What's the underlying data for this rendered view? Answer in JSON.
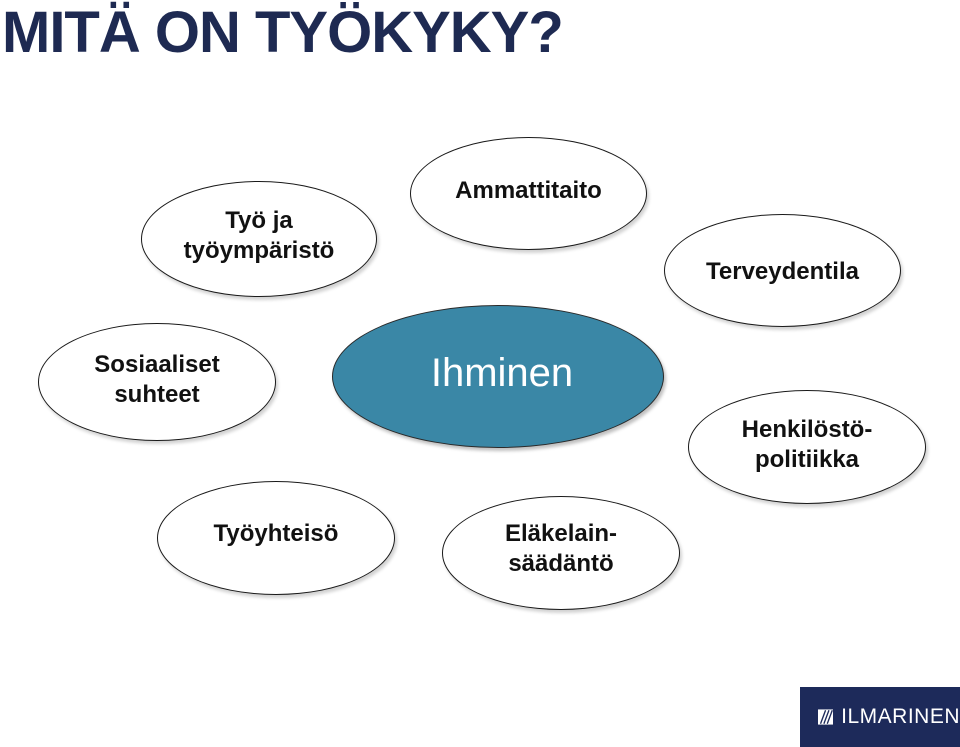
{
  "title": "MITÄ ON TYÖKYKY?",
  "center": {
    "label": "Ihminen",
    "color": "#3a87a6"
  },
  "bubbles": {
    "tyo": {
      "lines": [
        "Työ ja",
        "työympäristö"
      ]
    },
    "ammattitaito": {
      "lines": [
        "Ammattitaito"
      ]
    },
    "terveydentila": {
      "lines": [
        "Terveydentila"
      ]
    },
    "sosiaaliset": {
      "lines": [
        "Sosiaaliset",
        "suhteet"
      ]
    },
    "henkilosto": {
      "lines": [
        "Henkilöstö-",
        "politiikka"
      ]
    },
    "tyoyhteiso": {
      "lines": [
        "Työyhteisö"
      ]
    },
    "elakelain": {
      "lines": [
        "Eläkelain-",
        "säädäntö"
      ]
    }
  },
  "logo": {
    "text": "ILMARINEN",
    "background": "#1d2a5a",
    "icon": "ilmarinen-logo-mark"
  },
  "colors": {
    "title": "#1e2a52",
    "bubble_border": "#1a1a1a"
  }
}
